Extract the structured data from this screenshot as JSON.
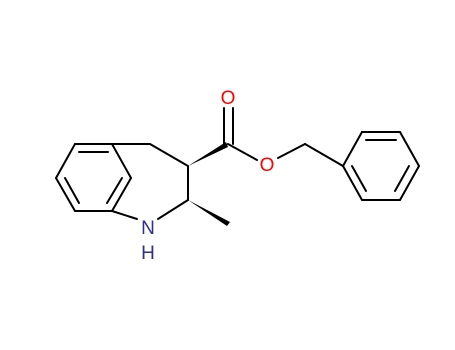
{
  "molecule": {
    "atoms": {
      "carbonyl_oxygen": "O",
      "ester_oxygen": "O",
      "ring_nitrogen": "N",
      "ring_nitrogen_hydrogen": "H"
    },
    "colors": {
      "bond": "#000000",
      "oxygen": "#ff0000",
      "nitrogen": "#2e2e8b"
    }
  }
}
